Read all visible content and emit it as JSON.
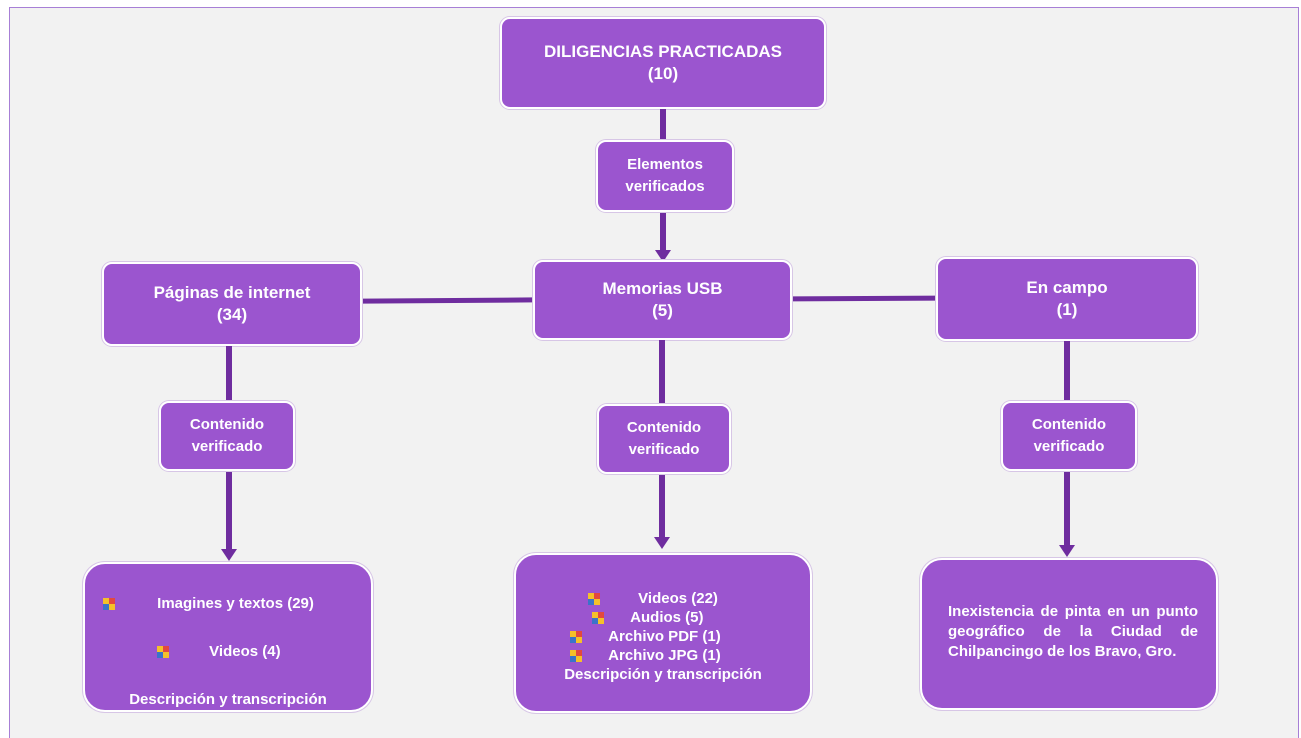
{
  "top": {
    "title": "DILIGENCIAS PRACTICADAS",
    "count": "(10)"
  },
  "connector_top": {
    "line1": "Elementos",
    "line2": "verificados"
  },
  "categories": [
    {
      "title": "Páginas de internet",
      "count": "(34)"
    },
    {
      "title": "Memorias USB",
      "count": "(5)"
    },
    {
      "title": "En campo",
      "count": "(1)"
    }
  ],
  "content_label": {
    "line1": "Contenido",
    "line2": "verificado"
  },
  "results": {
    "internet": {
      "items": [
        "Imagines y textos (29)",
        "Videos (4)"
      ],
      "footer": "Descripción y transcripción"
    },
    "usb": {
      "items": [
        "Videos (22)",
        "Audios (5)",
        "Archivo PDF (1)",
        "Archivo JPG (1)"
      ],
      "footer": "Descripción y transcripción"
    },
    "campo": {
      "text": "Inexistencia de pinta en un punto geográfico de la Ciudad de Chilpancingo de los Bravo, Gro."
    }
  },
  "colors": {
    "box": "#9b55cf",
    "line": "#6f2d9f",
    "background": "#f2f2f2"
  },
  "icons": {
    "bullet": "colored-square-bullet-icon"
  }
}
